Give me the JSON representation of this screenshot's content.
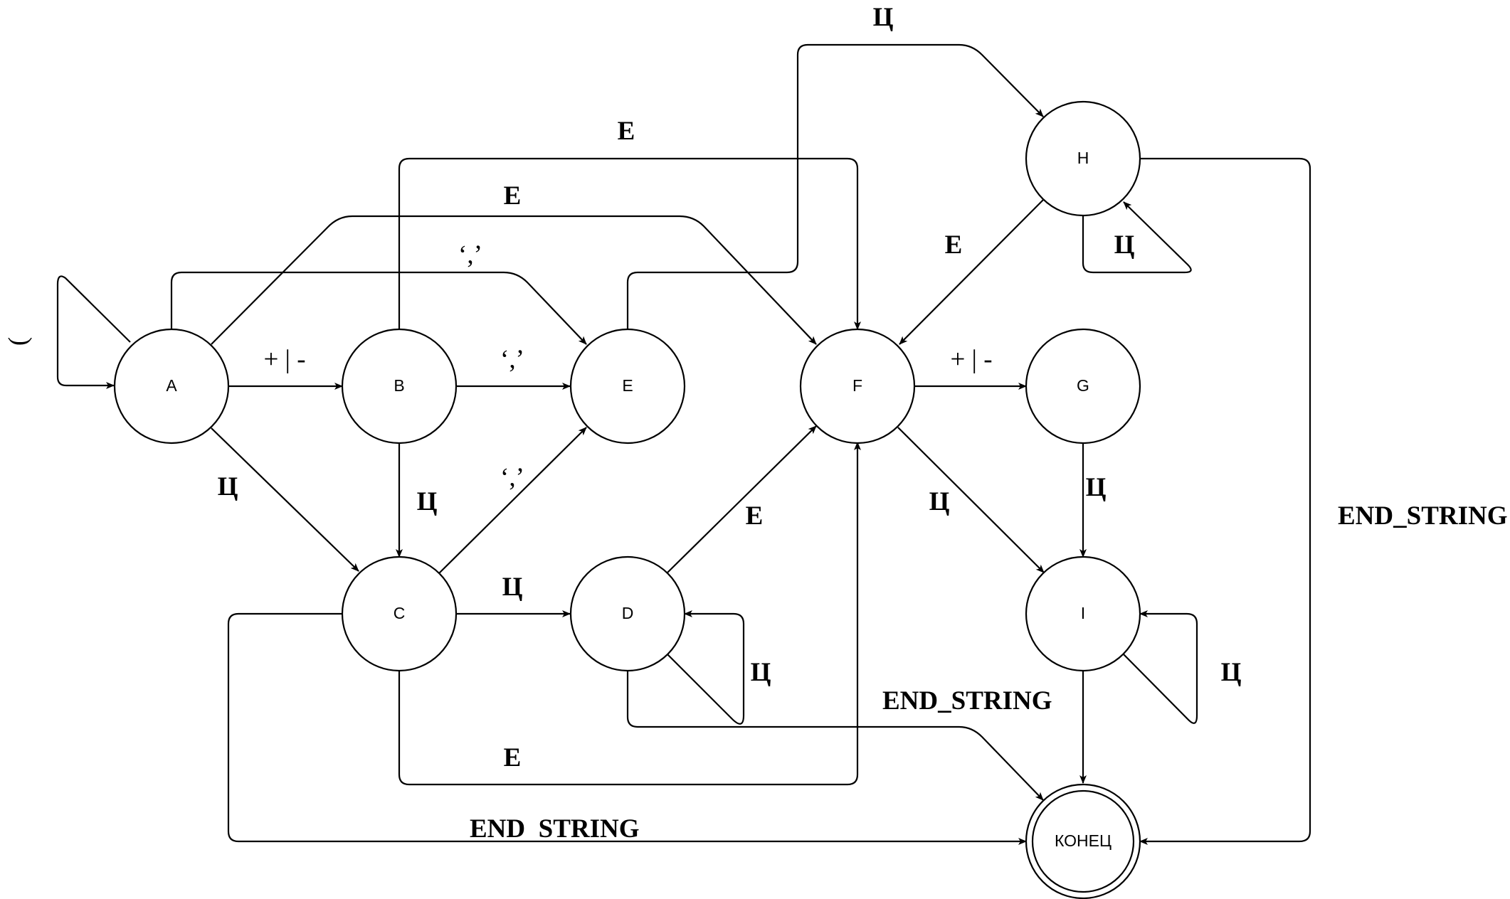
{
  "nodes": {
    "A": "A",
    "B": "B",
    "C": "C",
    "D": "D",
    "E": "E",
    "F": "F",
    "G": "G",
    "H": "H",
    "I": "I",
    "END": "КОНЕЦ"
  },
  "labels": {
    "top_ts": "Ц",
    "e_b_f": "E",
    "e_a_f": "E",
    "comma_a_e": "‘,’",
    "h_self": "Ц",
    "e_h_f": "E",
    "start_self": "(",
    "a_b": "+ | -",
    "b_e": "‘,’",
    "f_g": "+ | -",
    "a_c": "Ц",
    "b_c": "Ц",
    "c_e": "‘,’",
    "d_f": "E",
    "f_i": "Ц",
    "g_i": "Ц",
    "end_string_right": "END_STRING",
    "c_d": "Ц",
    "d_self": "Ц",
    "i_self": "Ц",
    "end_string_mid": "END_STRING",
    "c_f": "E",
    "end_string_bottom": "END  STRING"
  }
}
